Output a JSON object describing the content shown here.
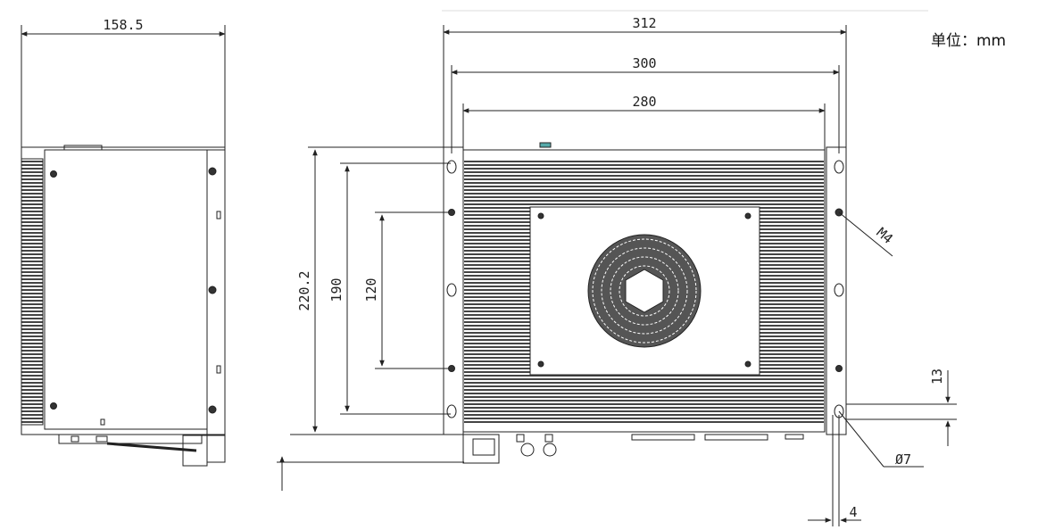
{
  "unit_label": "单位：mm",
  "dimensions": {
    "side_width": "158.5",
    "outer_width": "312",
    "mount_width": "300",
    "body_width": "280",
    "total_height": "220.2",
    "mount_height_outer": "190",
    "mount_height_inner": "120",
    "edge_offset": "13",
    "hole_diameter": "Ø7",
    "screw_spec": "M4",
    "flange_thickness": "4"
  }
}
